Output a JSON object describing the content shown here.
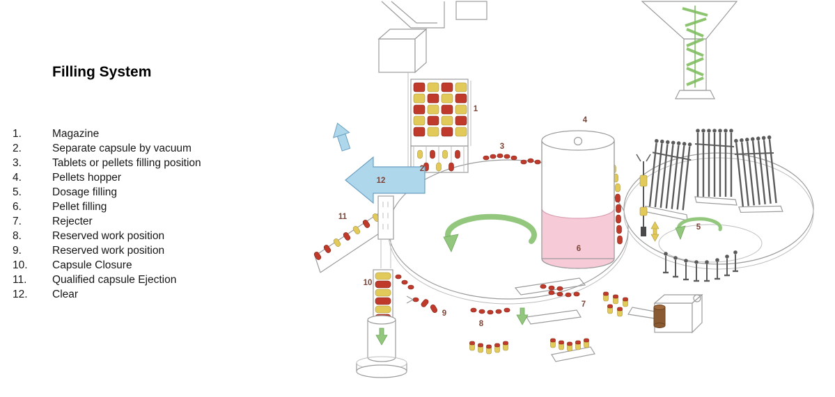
{
  "title": "Filling System",
  "legend": [
    {
      "num": "1.",
      "label": "Magazine"
    },
    {
      "num": "2.",
      "label": "Separate capsule by vacuum"
    },
    {
      "num": "3.",
      "label": "Tablets or pellets filling position"
    },
    {
      "num": "4.",
      "label": "Pellets hopper"
    },
    {
      "num": "5.",
      "label": "Dosage filling"
    },
    {
      "num": "6.",
      "label": "Pellet filling"
    },
    {
      "num": "7.",
      "label": "Rejecter"
    },
    {
      "num": "8.",
      "label": "Reserved work position"
    },
    {
      "num": "9.",
      "label": "Reserved work position"
    },
    {
      "num": "10.",
      "label": "Capsule Closure"
    },
    {
      "num": "11.",
      "label": "Qualified capsule Ejection"
    },
    {
      "num": "12.",
      "label": "Clear"
    }
  ],
  "diagram": {
    "callouts": [
      {
        "n": "1"
      },
      {
        "n": "2"
      },
      {
        "n": "3"
      },
      {
        "n": "4"
      },
      {
        "n": "5"
      },
      {
        "n": "6"
      },
      {
        "n": "7"
      },
      {
        "n": "8"
      },
      {
        "n": "9"
      },
      {
        "n": "10"
      },
      {
        "n": "11"
      },
      {
        "n": "12"
      }
    ]
  },
  "colors": {
    "capsule_red": "#bf3a2b",
    "capsule_yellow": "#e2ca5a",
    "vacuum_blue": "#aed7ec",
    "vacuum_blue_stroke": "#6b9fc0",
    "pellet_pink": "#f6cbd7",
    "machine_green": "#93c77e",
    "outline_gray": "#9b9b9b",
    "callout_color": "#7c4436"
  }
}
